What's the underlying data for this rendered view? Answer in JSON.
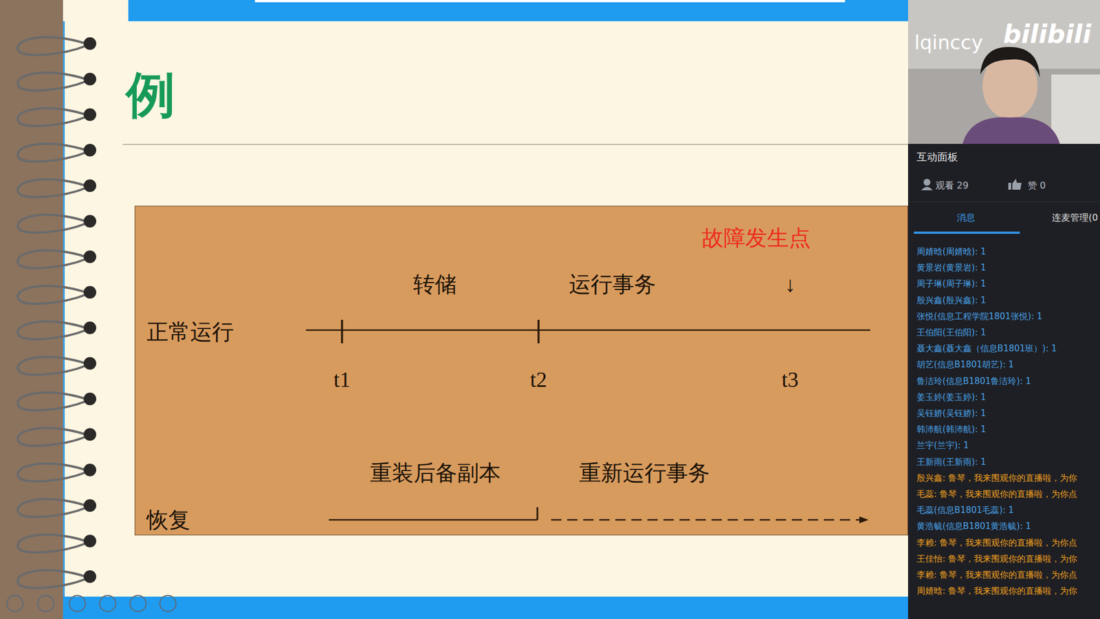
{
  "diagram": {
    "title": "例",
    "nodes": [
      {
        "text": [
          "故障发生点",
          "转储",
          "运行事务",
          "↓",
          "正常运行",
          "t1",
          "t2",
          "t3",
          "重装后备副本",
          "重新运行事务",
          "恢复"
        ]
      }
    ],
    "labels": [
      "lqinccy",
      "bilibili",
      "互动面板",
      "观看 29",
      "赞 0",
      "消息",
      "连麦管理(0",
      "周婧晗(周婧晗): 1",
      "黄景岩(黄景岩): 1",
      "周子琳(周子琳): 1",
      "殷兴鑫(殷兴鑫): 1",
      "张悦(信息工程学院1801张悦): 1",
      "王伯阳(王伯阳): 1",
      "聂大鑫(聂大鑫（信息B1801班）): 1",
      "胡艺(信息B1801胡艺): 1",
      "鲁洁玲(信息B1801鲁洁玲): 1",
      "姜玉婷(姜玉婷): 1",
      "吴钰娇(吴钰娇): 1",
      "韩沛航(韩沛航): 1",
      "兰宇(兰宇): 1",
      "王新雨(王新雨): 1",
      "殷兴鑫: 鲁琴，我来围观你的直播啦，为你",
      "毛蕊: 鲁琴，我来围观你的直播啦，为你点",
      "毛蕊(信息B1801毛蕊): 1",
      "黄浩毓(信息B1801黄浩毓): 1",
      "李赖: 鲁琴，我来围观你的直播啦，为你点",
      "王佳怡: 鲁琴，我来围观你的直播啦，为你",
      "李赖: 鲁琴，我来围观你的直播啦，为你点",
      "周婧晗: 鲁琴，我来围观你的直播啦，为你"
    ]
  }
}
